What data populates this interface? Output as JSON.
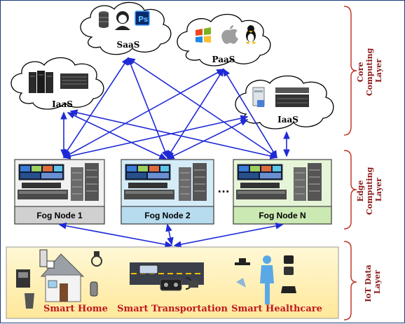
{
  "clouds": {
    "saas": "SaaS",
    "paas": "PaaS",
    "iaas_left": "IaaS",
    "iaas_right": "IaaS"
  },
  "fog_nodes": [
    "Fog Node 1",
    "Fog Node 2",
    "Fog Node N"
  ],
  "ellipsis": "…",
  "iot": {
    "home": "Smart Home",
    "transport": "Smart Transportation",
    "health": "Smart Healthcare"
  },
  "layers": {
    "core": [
      "Core",
      "Computing",
      "Layer"
    ],
    "edge": [
      "Edge",
      "Computing",
      "Layer"
    ],
    "iot": [
      "IoT Data",
      "Layer"
    ]
  },
  "colors": {
    "arrow": "#1f2ad6",
    "brace": "#c0392b",
    "layer_text": "#8b1a1a",
    "iot_text": "#c0181f",
    "fog1_bg": "#f1f1f1",
    "fog2_bg": "#d4ecf7",
    "fogN_bg": "#e6f5d8",
    "iot_bg": "#fff5c8"
  }
}
